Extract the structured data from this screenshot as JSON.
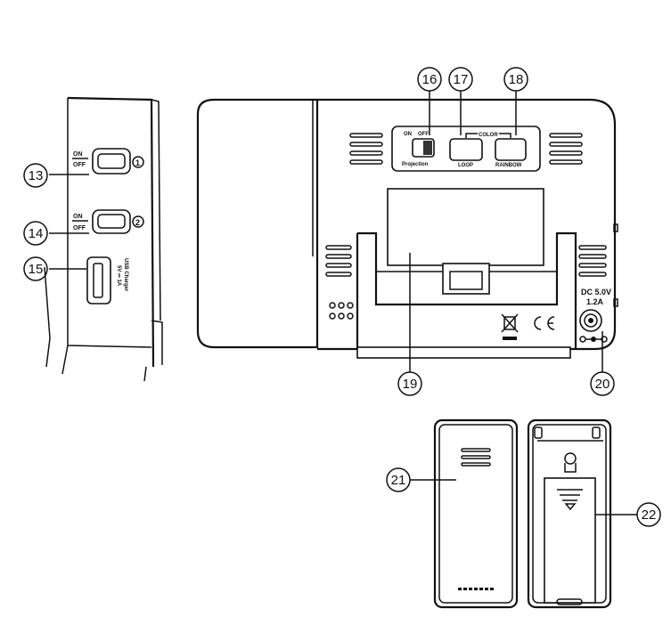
{
  "callouts": [
    {
      "id": "13",
      "text": "13"
    },
    {
      "id": "14",
      "text": "14"
    },
    {
      "id": "15",
      "text": "15"
    },
    {
      "id": "16",
      "text": "16"
    },
    {
      "id": "17",
      "text": "17"
    },
    {
      "id": "18",
      "text": "18"
    },
    {
      "id": "19",
      "text": "19"
    },
    {
      "id": "20",
      "text": "20"
    },
    {
      "id": "21",
      "text": "21"
    },
    {
      "id": "22",
      "text": "22"
    }
  ],
  "side_panel": {
    "alarm1": {
      "on": "ON",
      "off": "OFF",
      "badge": "1"
    },
    "alarm2": {
      "on": "ON",
      "off": "OFF",
      "badge": "2"
    },
    "usb": {
      "line1": "USB Charger",
      "line2": "5V ⎓ 1A"
    }
  },
  "rear_panel": {
    "projection_on": "ON",
    "projection_off": "OFF",
    "projection_label": "Projection",
    "color_label": "COLOR",
    "loop_label": "LOOP",
    "rainbow_label": "RAINBOW",
    "dc_line1": "DC 5.0V",
    "dc_line2": "1.2A"
  }
}
